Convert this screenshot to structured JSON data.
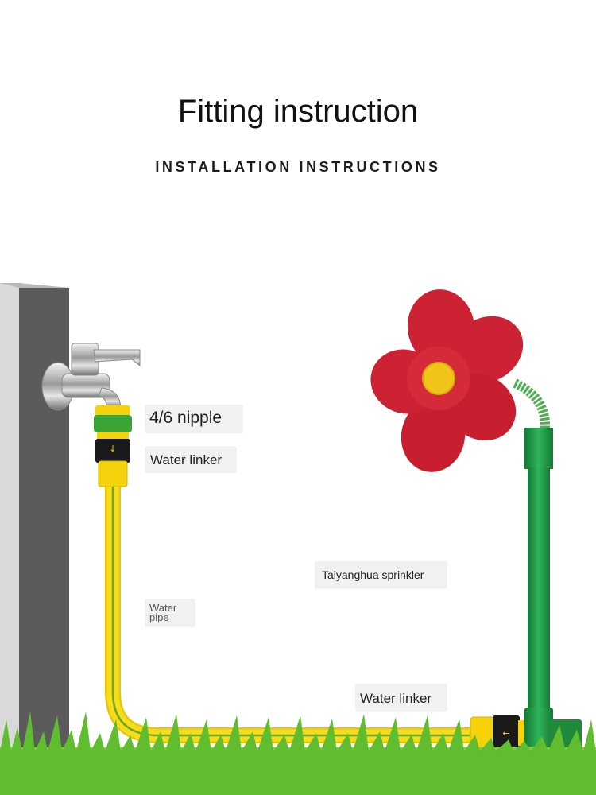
{
  "header": {
    "title": "Fitting instruction",
    "subtitle": "INSTALLATION INSTRUCTIONS"
  },
  "labels": {
    "nipple": "4/6 nipple",
    "water_linker_top": "Water linker",
    "sprinkler": "Taiyanghua sprinkler",
    "water_pipe_line1": "Water",
    "water_pipe_line2": "pipe",
    "water_linker_bottom": "Water linker"
  },
  "colors": {
    "hose_yellow": "#f2d20c",
    "hose_green_stripe": "#6fa81c",
    "flower_red": "#cc2233",
    "flower_center": "#f0c419",
    "sprinkler_green": "#1f9a45",
    "wall_gray": "#5a5a5a",
    "grass_green": "#58b52d"
  }
}
